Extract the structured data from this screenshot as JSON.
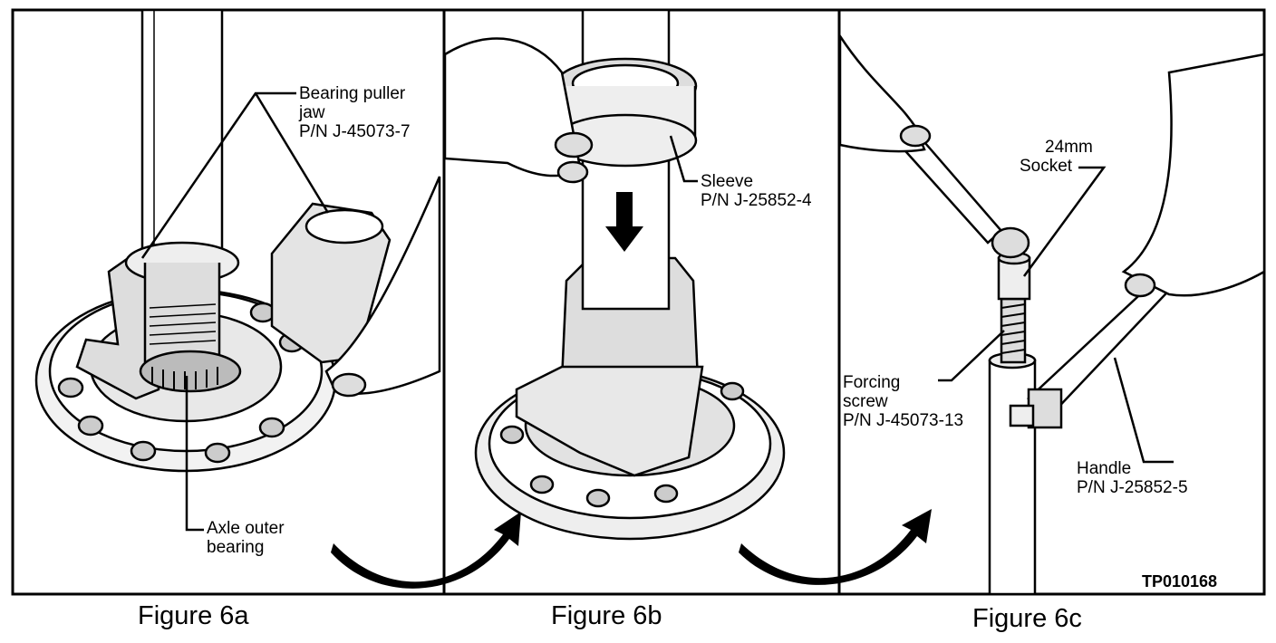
{
  "panels": [
    {
      "caption": "Figure 6a",
      "labels": {
        "jaw_line1": "Bearing puller",
        "jaw_line2": "jaw",
        "jaw_line3": "P/N J-45073-7",
        "bearing_line1": "Axle outer",
        "bearing_line2": "bearing"
      }
    },
    {
      "caption": "Figure 6b",
      "labels": {
        "sleeve_line1": "Sleeve",
        "sleeve_line2": "P/N J-25852-4"
      }
    },
    {
      "caption": "Figure 6c",
      "labels": {
        "socket_line1": "24mm",
        "socket_line2": "Socket",
        "screw_line1": "Forcing",
        "screw_line2": "screw",
        "screw_line3": "P/N J-45073-13",
        "handle_line1": "Handle",
        "handle_line2": "P/N J-25852-5"
      }
    }
  ],
  "drawing_code": "TP010168",
  "icons": [
    "flow-arrow-icon",
    "down-arrow-icon",
    "hand-icon"
  ]
}
